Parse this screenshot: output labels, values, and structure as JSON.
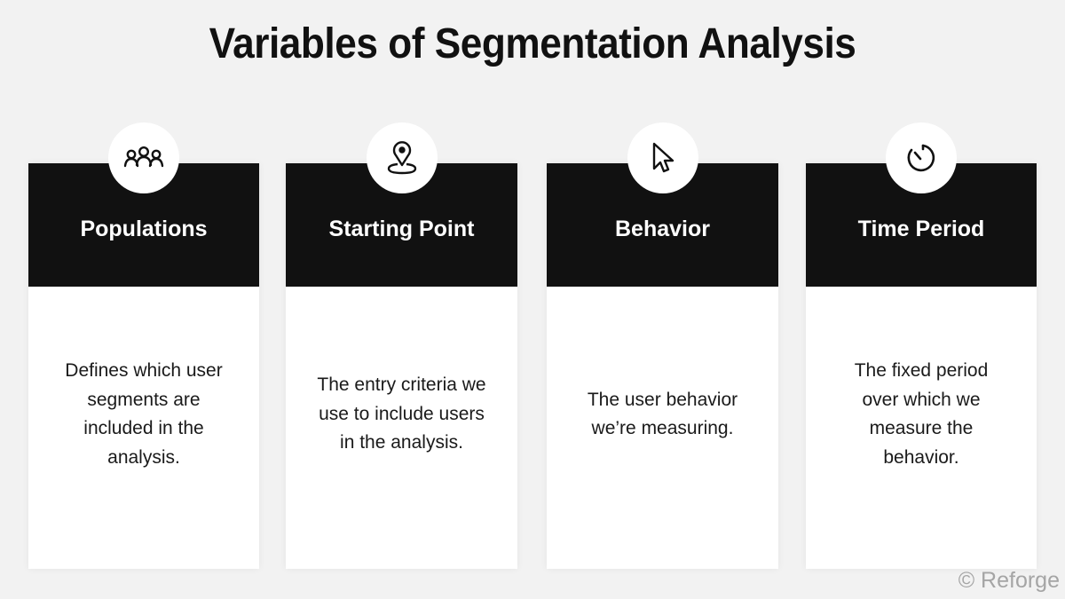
{
  "title": "Variables of Segmentation Analysis",
  "cards": [
    {
      "label": "Populations",
      "icon": "people-group-icon",
      "description": "Defines which user segments are included in the analysis."
    },
    {
      "label": "Starting Point",
      "icon": "location-pin-icon",
      "description": "The entry criteria we use to include users in the analysis."
    },
    {
      "label": "Behavior",
      "icon": "cursor-pointer-icon",
      "description": "The user behavior we’re measuring."
    },
    {
      "label": "Time Period",
      "icon": "timer-icon",
      "description": "The fixed period over which we measure the behavior."
    }
  ],
  "footer": {
    "credit": "© Reforge"
  },
  "colors": {
    "background": "#f2f2f2",
    "header": "#111111",
    "card": "#ffffff",
    "credit": "#a5a5a5"
  }
}
